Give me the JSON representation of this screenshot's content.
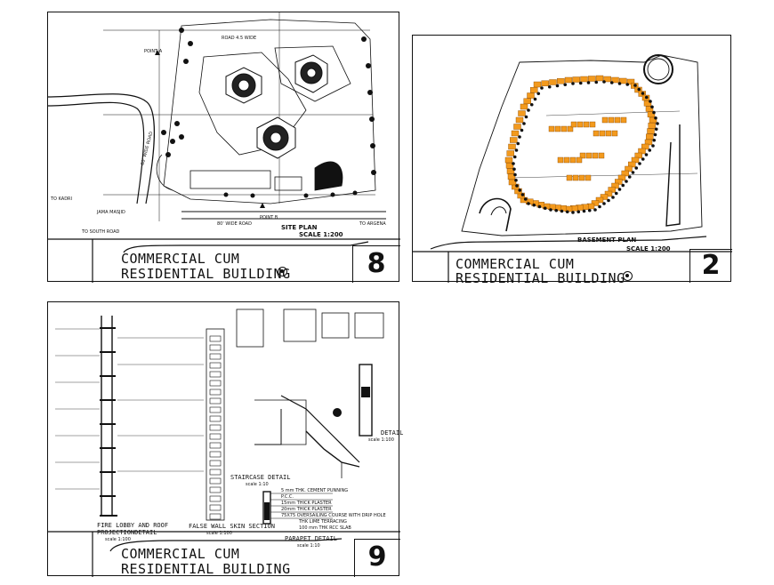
{
  "sheets": {
    "s8": {
      "title_line1": "COMMERCIAL CUM",
      "title_line2": "RESIDENTIAL BUILDING",
      "number": "8",
      "caption": "SITE PLAN",
      "scale": "SCALE 1:200",
      "labels": {
        "wide_road_top": "ROAD 4.5 WIDE",
        "wide_road_left": "60' WIDE ROAD",
        "wide_road_bottom": "80' WIDE ROAD",
        "to_kadri": "TO KADRI",
        "to_argena": "TO ARGENA",
        "to_south": "TO SOUTH ROAD",
        "jama_masjid": "JAMA MASJID",
        "point_a": "POINT A",
        "point_b": "POINT B"
      }
    },
    "s2": {
      "title_line1": "COMMERCIAL CUM",
      "title_line2": "RESIDENTIAL BUILDING",
      "number": "2",
      "caption": "BASEMENT PLAN",
      "scale": "SCALE 1:200"
    },
    "s9": {
      "title_line1": "COMMERCIAL CUM",
      "title_line2": "RESIDENTIAL BUILDING",
      "number": "9",
      "details": {
        "fire_lobby": "FIRE LOBBY  AND ROOF",
        "projection": "PROJECTIONDETAIL",
        "scale_fire": "scale 1:100",
        "false_wall": "FALSE WALL SKIN SECTION",
        "scale_false": "scale 1:100",
        "staircase": "STAIRCASE DETAIL",
        "scale_stair": "scale 1:10",
        "parapet": "PARAPET DETAIL",
        "scale_parapet": "scale 1:10",
        "detail": "DETAIL",
        "scale_detail": "scale 1:100",
        "n1": "5 mm THK. CEMENT PUNNING",
        "n2": "P.C.C.",
        "n3": "15mm THICK PLASTER",
        "n4": "20mm THICK PLASTER",
        "n5": "75X75 OVERSAILING COURSE WITH DRIP HOLE",
        "n6": "THK LIME TERRACING",
        "n7": "100 mm THK RCC SLAB"
      }
    }
  },
  "colors": {
    "ink": "#111111",
    "orange": "#f39a1e",
    "paper": "#ffffff"
  }
}
